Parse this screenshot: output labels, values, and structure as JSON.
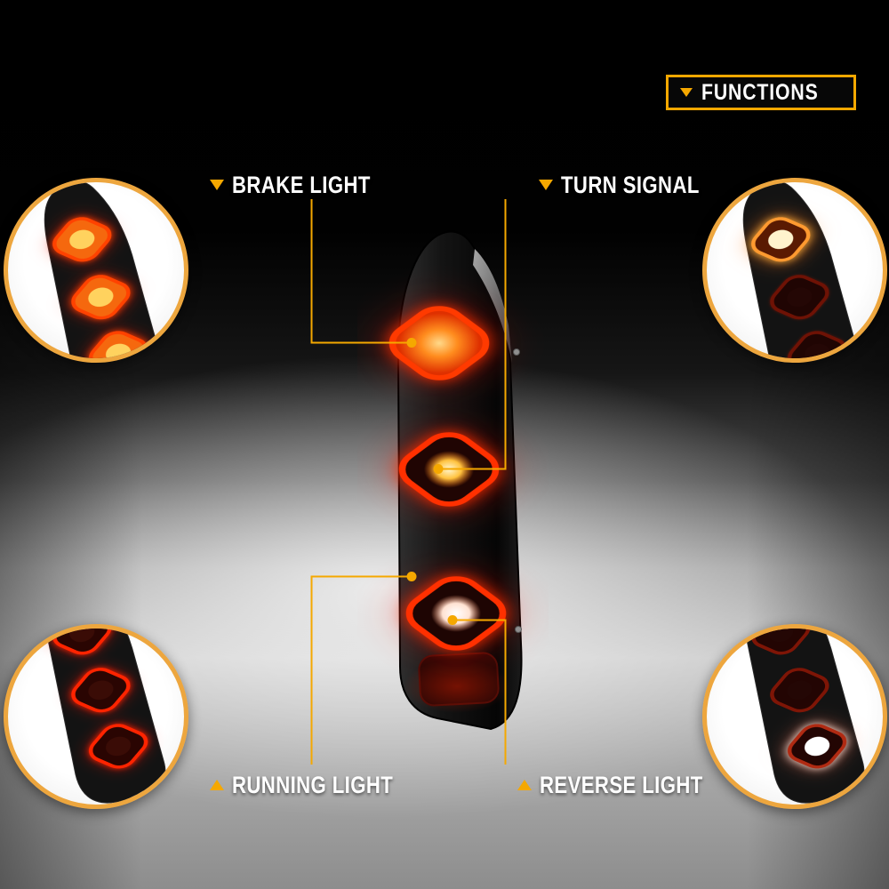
{
  "badge": {
    "label": "FUNCTIONS"
  },
  "callouts": [
    {
      "id": "brake",
      "label": "BRAKE LIGHT",
      "marker": "down",
      "inset_mode": "brake"
    },
    {
      "id": "turn",
      "label": "TURN SIGNAL",
      "marker": "down",
      "inset_mode": "turn"
    },
    {
      "id": "running",
      "label": "RUNNING LIGHT",
      "marker": "up",
      "inset_mode": "running"
    },
    {
      "id": "reverse",
      "label": "REVERSE LIGHT",
      "marker": "up",
      "inset_mode": "reverse"
    }
  ],
  "icons": {
    "marker_down": "triangle-down",
    "marker_up": "triangle-up"
  },
  "colors": {
    "accent": "#F5A800",
    "label_text": "#FFFFFF",
    "badge_bg": "#070707",
    "glow_red": "#FF2D00",
    "turn_amber": "#FFC23E",
    "reverse_white": "#FFFFFF"
  }
}
